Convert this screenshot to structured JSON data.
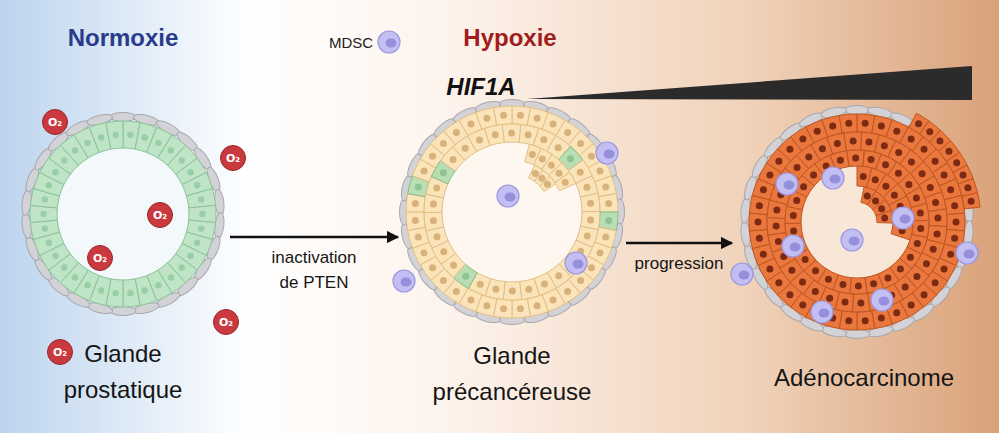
{
  "diagram": {
    "nodes": [
      {
        "text": [
          "Glande prostatique"
        ]
      },
      {
        "text": [
          "Glande précancéreuse"
        ]
      },
      {
        "text": [
          "Adénocarcinome"
        ]
      },
      {
        "text": [
          "O₂"
        ]
      },
      {
        "text": [
          "O₂"
        ]
      },
      {
        "text": [
          "O₂"
        ],
        "in": 0
      },
      {
        "text": [
          "O₂"
        ],
        "in": 0
      },
      {
        "text": [
          "O₂"
        ]
      },
      {
        "text": [
          "O₂"
        ]
      }
    ],
    "edges": [
      {
        "from": 0,
        "to": 1,
        "arrow": "to",
        "label": "inactivation de PTEN"
      },
      {
        "from": 1,
        "to": 2,
        "arrow": "to",
        "label": "progression"
      }
    ],
    "labels": [
      "Normoxie",
      "Hypoxie",
      "HIF1A",
      "MDSC"
    ]
  }
}
